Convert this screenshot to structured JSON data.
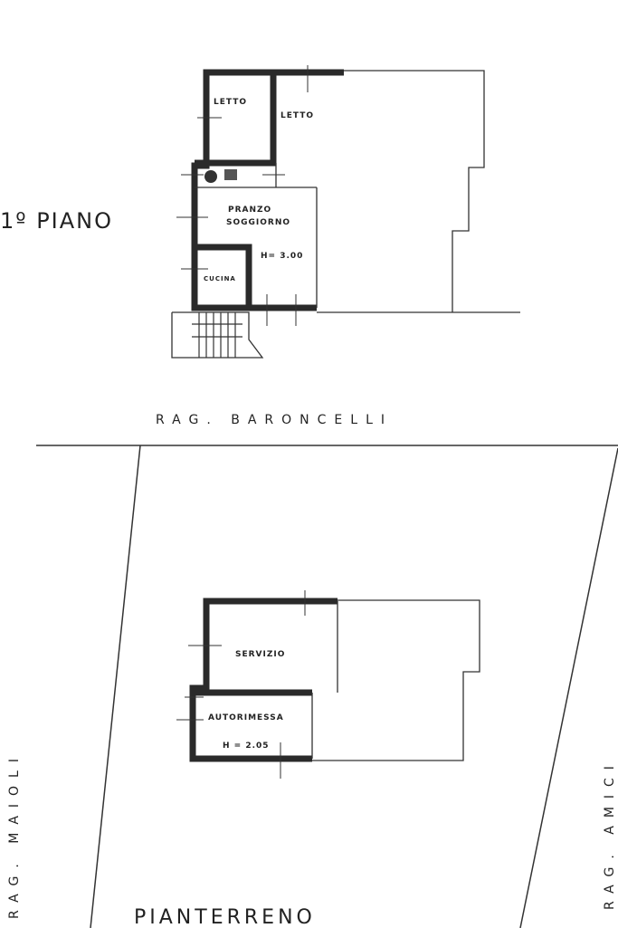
{
  "upper_floor": {
    "title": "1º PIANO",
    "rooms": [
      "LETTO",
      "LETTO",
      "PRANZO",
      "SOGGIORNO",
      "CUCINA"
    ],
    "height": "H= 3.00"
  },
  "ground_floor": {
    "title": "PIANTERRENO",
    "rooms": [
      "SERVIZIO",
      "AUTORIMESSA"
    ],
    "height": "H = 2.05"
  },
  "neighbours": {
    "top": "RAG. BARONCELLI",
    "left": "RAG. MAIOLI",
    "right": "RAG. AMICI"
  }
}
